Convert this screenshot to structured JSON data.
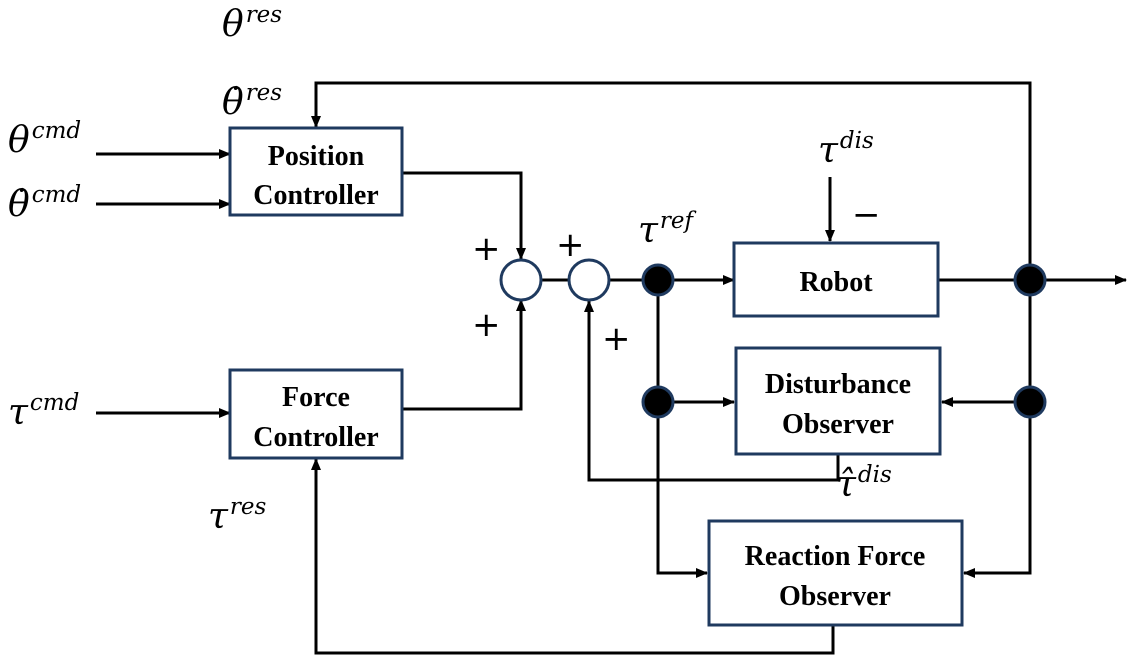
{
  "blocks": {
    "position_controller": [
      "Position",
      "Controller"
    ],
    "force_controller": [
      "Force",
      "Controller"
    ],
    "robot": "Robot",
    "disturbance_observer": [
      "Disturbance",
      "Observer"
    ],
    "reaction_force_observer": [
      "Reaction Force",
      "Observer"
    ]
  },
  "signals": {
    "theta_res": {
      "base": "θ",
      "sup": "res"
    },
    "theta_dot_res": {
      "base": "θ̇",
      "sup": "res"
    },
    "theta_cmd": {
      "base": "θ",
      "sup": "cmd"
    },
    "theta_dot_cmd": {
      "base": "θ̇",
      "sup": "cmd"
    },
    "tau_cmd": {
      "base": "τ",
      "sup": "cmd"
    },
    "tau_res": {
      "base": "τ",
      "sup": "res"
    },
    "tau_dis": {
      "base": "τ",
      "sup": "dis"
    },
    "tau_ref": {
      "base": "τ",
      "sup": "ref"
    },
    "tau_hat_dis": {
      "base": "τ̂",
      "sup": "dis"
    }
  },
  "signs": {
    "plus": "+",
    "minus": "−"
  }
}
